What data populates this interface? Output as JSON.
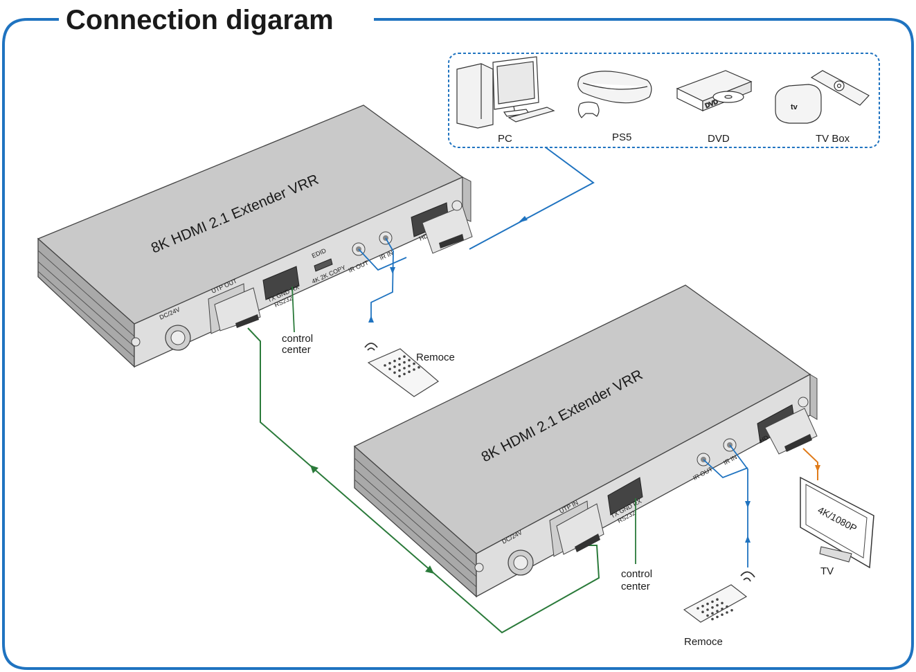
{
  "title": "Connection digaram",
  "sources": {
    "pc": "PC",
    "ps5": "PS5",
    "dvd": "DVD",
    "tvbox": "TV Box",
    "dvd_disc_label": "DVD",
    "tvbox_logo": "tv"
  },
  "transmitter": {
    "label": "8K HDMI 2.1 Extender VRR",
    "ports": {
      "dc": "DC/24V",
      "utp": "UTP OUT",
      "rs232_pins": "TX GND RX",
      "rs232": "RS232",
      "edid": "EDID",
      "edid_modes": "4K  2K  COPY",
      "ir_out": "IR OUT",
      "ir_in": "IR IN",
      "hdmi": "HD"
    },
    "control": [
      "control",
      "center"
    ],
    "remote": "Remoce"
  },
  "receiver": {
    "label": "8K HDMI 2.1 Extender VRR",
    "ports": {
      "dc": "DC/24V",
      "utp": "UTP IN",
      "rs232_pins": "TX GND RX",
      "rs232": "RS232",
      "ir_out": "IR OUT",
      "ir_in": "IR IN",
      "hdmi": "HD"
    },
    "control": [
      "control",
      "center"
    ],
    "remote": "Remoce"
  },
  "tv": {
    "screen": "4K/1080P",
    "label": "TV"
  },
  "colors": {
    "frame": "#1f73c0",
    "hdmi_in": "#1f73c0",
    "utp": "#2a7a3a",
    "ir": "#1f73c0",
    "hdmi_out": "#e07b1a",
    "device_top": "#c9c9c9",
    "device_side": "#a9a9a9"
  }
}
